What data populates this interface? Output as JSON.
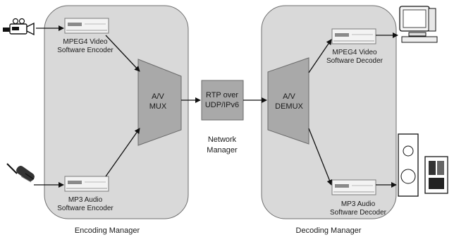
{
  "encoding_manager": {
    "label": "Encoding Manager",
    "video_encoder": {
      "line1": "MPEG4 Video",
      "line2": "Software Encoder"
    },
    "audio_encoder": {
      "line1": "MP3 Audio",
      "line2": "Software Encoder"
    },
    "mux": {
      "line1": "A/V",
      "line2": "MUX"
    }
  },
  "network_manager": {
    "box": {
      "line1": "RTP over",
      "line2": "UDP/IPv6"
    },
    "label_line1": "Network",
    "label_line2": "Manager"
  },
  "decoding_manager": {
    "label": "Decoding Manager",
    "demux": {
      "line1": "A/V",
      "line2": "DEMUX"
    },
    "video_decoder": {
      "line1": "MPEG4 Video",
      "line2": "Software Decoder"
    },
    "audio_decoder": {
      "line1": "MP3 Audio",
      "line2": "Software Decoder"
    }
  },
  "icons": {
    "video_source": "video-camera-icon",
    "audio_source": "microphone-icon",
    "video_sink": "monitor-icon",
    "audio_sink": "speakers-icon",
    "codec_device": "hardware-device-icon"
  },
  "colors": {
    "panel_fill": "#d9d9d9",
    "block_fill": "#a9a9a9",
    "arrow": "#111111"
  }
}
